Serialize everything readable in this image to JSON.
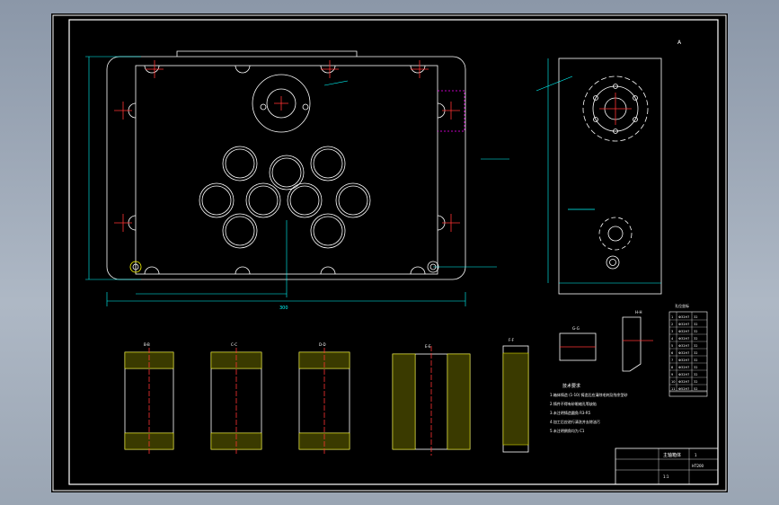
{
  "drawing": {
    "right_view_label": "A",
    "front_dim_label": "300",
    "tech_requirements": {
      "title": "技术要求",
      "lines": [
        "1.箱体铸造 (1-10) 铸造后应清除毛刺及残余型砂",
        "2.铸件不得有砂眼缩孔等缺陷",
        "3.未注明铸造圆角 R3-R5",
        "4.加工后应进行清洗并去除油污",
        "5.未注明倒角均为 C1"
      ]
    },
    "hole_table": {
      "title": "孔位坐标",
      "rows": [
        [
          "1",
          "Ф32H7",
          "32"
        ],
        [
          "2",
          "Ф32H7",
          "32"
        ],
        [
          "3",
          "Ф32H7",
          "32"
        ],
        [
          "4",
          "Ф32H7",
          "32"
        ],
        [
          "5",
          "Ф32H7",
          "32"
        ],
        [
          "6",
          "Ф32H7",
          "32"
        ],
        [
          "7",
          "Ф32H7",
          "32"
        ],
        [
          "8",
          "Ф32H7",
          "32"
        ],
        [
          "9",
          "Ф32H7",
          "32"
        ],
        [
          "10",
          "Ф32H7",
          "32"
        ],
        [
          "11",
          "Ф52H7",
          "52"
        ]
      ]
    },
    "section_labels": [
      "B-B",
      "C-C",
      "D-D",
      "E-E",
      "F-F",
      "G-G",
      "H-H"
    ],
    "title_block": {
      "part_name": "主轴箱体",
      "material": "HT200",
      "scale": "1:1",
      "sheet": "1"
    }
  }
}
